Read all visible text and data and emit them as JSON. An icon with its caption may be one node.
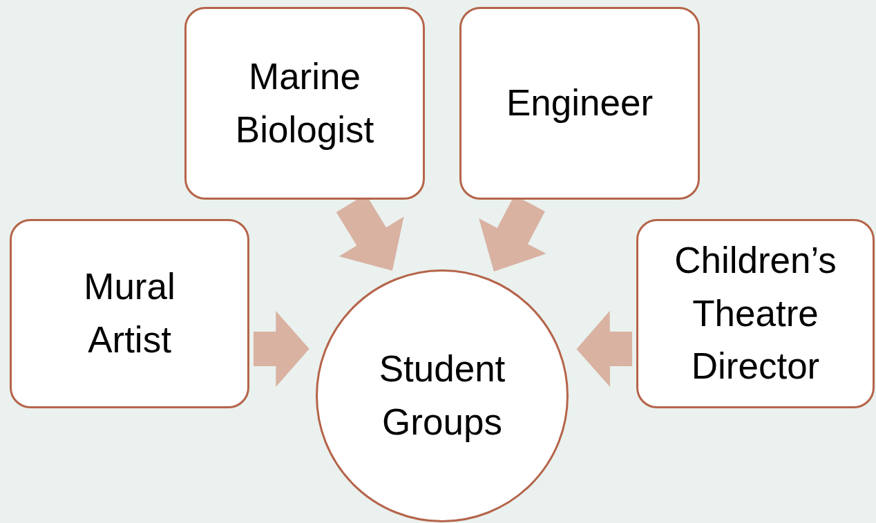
{
  "diagram": {
    "nodes": [
      {
        "text": [
          "Mural Artist"
        ]
      },
      {
        "text": [
          "Marine Biologist"
        ]
      },
      {
        "text": [
          "Engineer"
        ]
      },
      {
        "text": [
          "Children’s Theatre Director"
        ]
      },
      {
        "text": [
          "Student Groups"
        ]
      }
    ],
    "edges": [
      {
        "from": 0,
        "to": 4,
        "arrow": "to",
        "style": "thick"
      },
      {
        "from": 1,
        "to": 4,
        "arrow": "to",
        "style": "thick"
      },
      {
        "from": 2,
        "to": 4,
        "arrow": "to",
        "style": "thick"
      },
      {
        "from": 3,
        "to": 4,
        "arrow": "to",
        "style": "thick"
      }
    ]
  }
}
